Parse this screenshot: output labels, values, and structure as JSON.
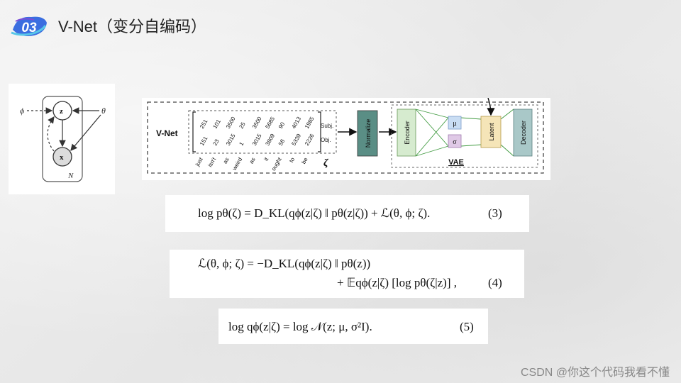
{
  "title": {
    "section_number": "03",
    "text": "V-Net（变分自编码）"
  },
  "pgm": {
    "phi": "ϕ",
    "theta": "θ",
    "z": "z",
    "x": "x",
    "plate": "N"
  },
  "vnet_diagram": {
    "label": "V-Net",
    "subj_row": [
      "251",
      "101",
      "3500",
      "25",
      "3500",
      "5685",
      "90",
      "4013",
      "1985"
    ],
    "obj_row": [
      "151",
      "23",
      "3015",
      "1",
      "3015",
      "3809",
      "58",
      "5339",
      "2226"
    ],
    "tokens": [
      "just",
      "isn't",
      "as",
      "weird",
      "as",
      "it",
      "ought",
      "to",
      "be"
    ],
    "subj_label": "Subj.",
    "obj_label": "Obj.",
    "zeta": "ζ",
    "normalize": "Normalize",
    "encoder": "Encoder",
    "mu": "μ",
    "sigma": "σ",
    "latent": "Latent",
    "decoder": "Decoder",
    "vae_label": "VAE",
    "colors": {
      "normalize": "#5a8e85",
      "encoder": "#d6ebcf",
      "mu": "#c9ddf3",
      "sigma": "#dfc9e6",
      "latent": "#f5e5b8",
      "decoder": "#a9c8c8",
      "lines": "#3f9a3f"
    }
  },
  "equations": {
    "eq3": {
      "text": "log pθ(ζ) = D_KL(qϕ(z|ζ) ‖ pθ(z|ζ)) + ℒ(θ, ϕ; ζ).",
      "number": "(3)"
    },
    "eq4": {
      "line1": "ℒ(θ, ϕ; ζ) = −D_KL(qϕ(z|ζ) ‖ pθ(z))",
      "line2": "+ 𝔼qϕ(z|ζ) [log pθ(ζ|z)] ,",
      "number": "(4)"
    },
    "eq5": {
      "text": "log qϕ(z|ζ) = log 𝒩(z; μ, σ²I).",
      "number": "(5)"
    }
  },
  "footer": "CSDN @你这个代码我看不懂"
}
